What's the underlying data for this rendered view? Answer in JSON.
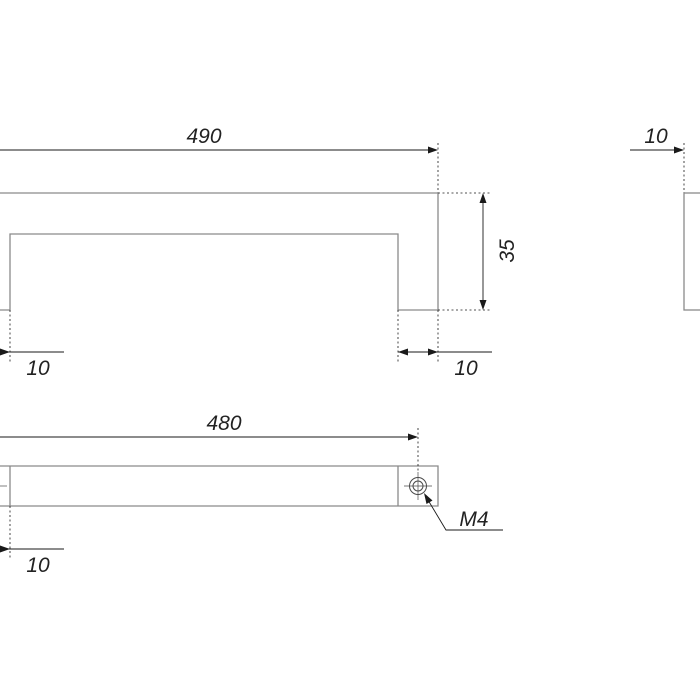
{
  "colors": {
    "part_outline": "#8a8a8a",
    "dimension_line": "#1a1a1a",
    "text": "#222222",
    "background": "#ffffff"
  },
  "front_view": {
    "length_label": "490",
    "height_label": "35",
    "left_leg_label": "10",
    "right_leg_label": "10"
  },
  "side_view": {
    "width_label": "10"
  },
  "bottom_view": {
    "hole_spacing_label": "480",
    "hole_offset_label": "10",
    "thread_label": "M4"
  }
}
